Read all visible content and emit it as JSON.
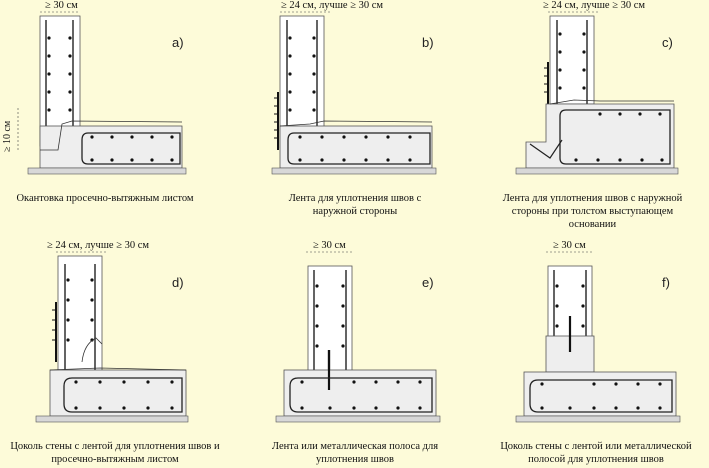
{
  "panels": [
    {
      "letter": "a)",
      "dim": "≥ 30 см",
      "caption": "Окантовка просечно-вытяжным листом"
    },
    {
      "letter": "b)",
      "dim": "≥ 24 см, лучше ≥ 30 см",
      "caption": "Лента для уплотнения швов с наружной стороны"
    },
    {
      "letter": "c)",
      "dim": "≥ 24 см, лучше ≥ 30 см",
      "caption": "Лента для уплотнения швов с наружной стороны при толстом выступающем основании"
    },
    {
      "letter": "d)",
      "dim": "≥ 24 см, лучше ≥ 30 см",
      "caption": "Цоколь стены с лентой для уплотнения швов и просечно-вытяжным листом"
    },
    {
      "letter": "e)",
      "dim": "≥ 30 см",
      "caption": "Лента или металлическая полоса для уплотнения швов"
    },
    {
      "letter": "f)",
      "dim": "≥ 30 см",
      "caption": "Цоколь стены с лентой или металлической полосой для уплотнения швов"
    }
  ],
  "side_dim": "≥ 10 см"
}
